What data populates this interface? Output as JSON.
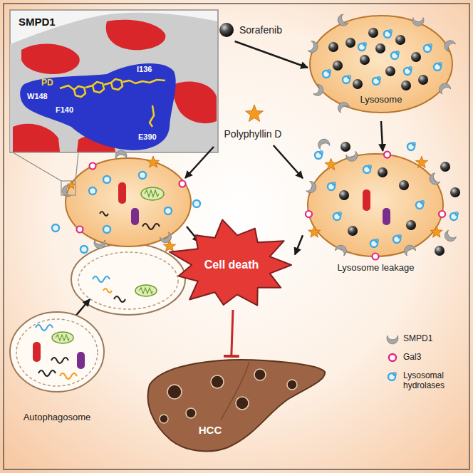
{
  "diagram": {
    "nodes": [
      {
        "text": [
          "SMPD1"
        ]
      },
      {
        "text": [
          "Sorafenib"
        ]
      },
      {
        "text": [
          "Lysosome"
        ]
      },
      {
        "text": [
          "Polyphyllin D"
        ]
      },
      {
        "text": [
          "Lysosome leakage"
        ]
      },
      {
        "text": [
          "Cell death"
        ]
      },
      {
        "text": [
          "Autophagosome"
        ]
      },
      {
        "text": [
          "HCC"
        ]
      }
    ],
    "edges": [
      {
        "from": 1,
        "to": 2,
        "arrow": "to"
      },
      {
        "from": 2,
        "to": 4,
        "arrow": "to"
      },
      {
        "from": 3,
        "to": 4,
        "arrow": "to"
      },
      {
        "from": 4,
        "to": 5,
        "arrow": "to"
      },
      {
        "from": 5,
        "to": 7,
        "arrow": "to"
      }
    ],
    "labels": [
      "PD",
      "I136",
      "W148",
      "F140",
      "E390"
    ],
    "legend": [
      {
        "text": "SMPD1",
        "color": "#a6a6a6"
      },
      {
        "text": "Gal3",
        "color": "#e0267f"
      },
      {
        "text": "Lysosomal hydrolases",
        "color": "#3fa9e0"
      }
    ]
  }
}
